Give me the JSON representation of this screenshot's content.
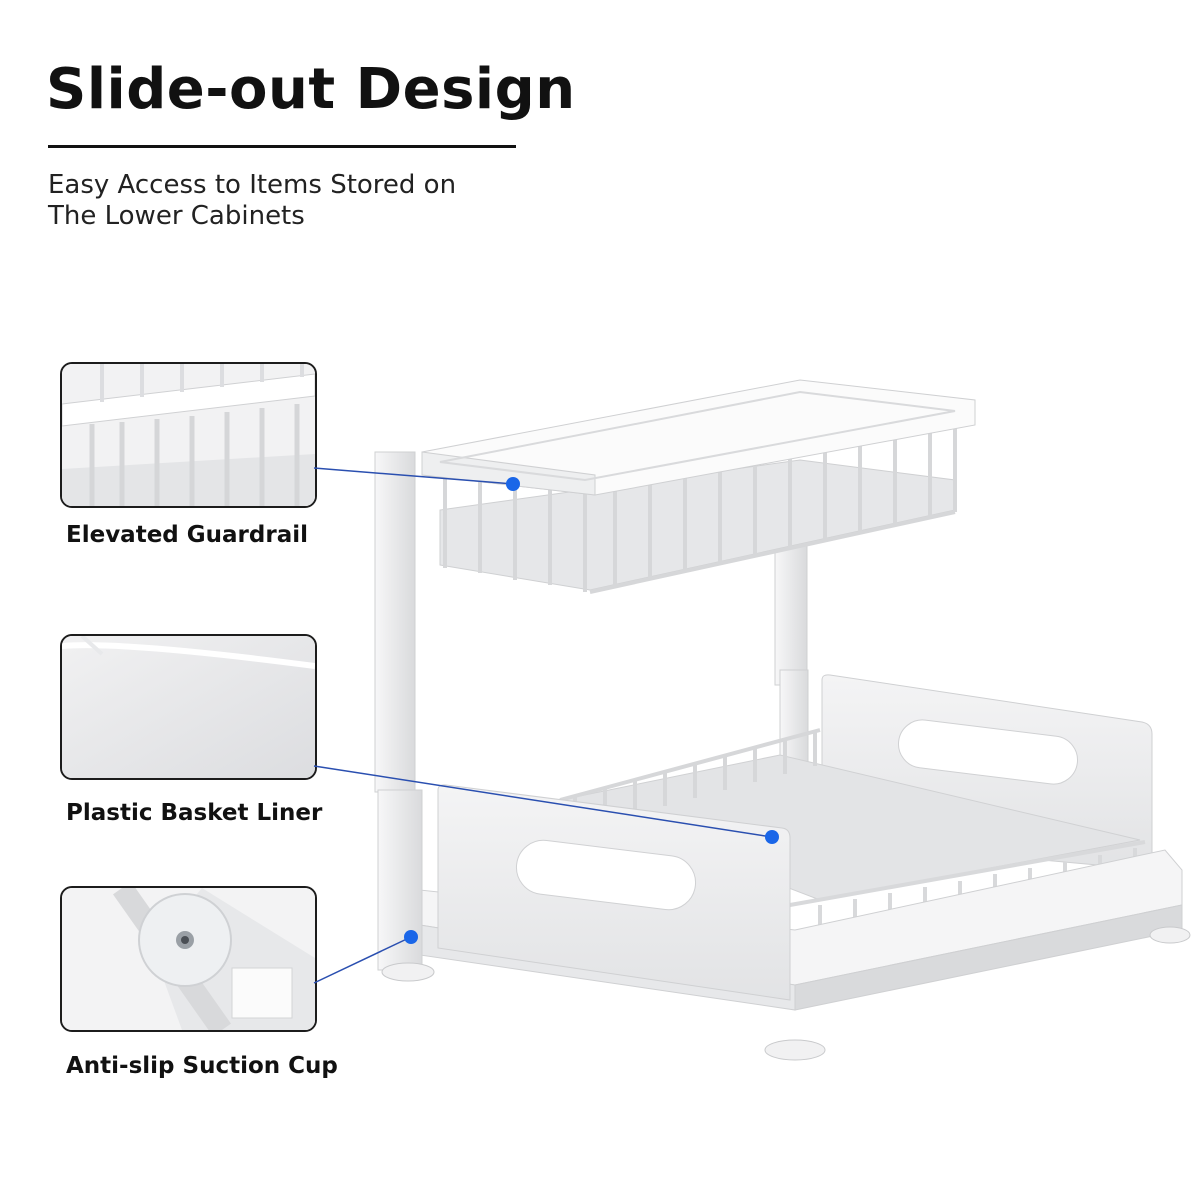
{
  "header": {
    "title": "Slide-out Design",
    "subtitle_line1": "Easy Access to Items Stored on",
    "subtitle_line2": "The Lower Cabinets"
  },
  "features": [
    {
      "label": "Elevated Guardrail"
    },
    {
      "label": "Plastic Basket Liner"
    },
    {
      "label": "Anti-slip Suction Cup"
    }
  ],
  "colors": {
    "accent": "#1a66e8",
    "line": "#2a4fb0",
    "text": "#111111",
    "product_white": "#ffffff",
    "product_shade": "#e6e7e9"
  }
}
